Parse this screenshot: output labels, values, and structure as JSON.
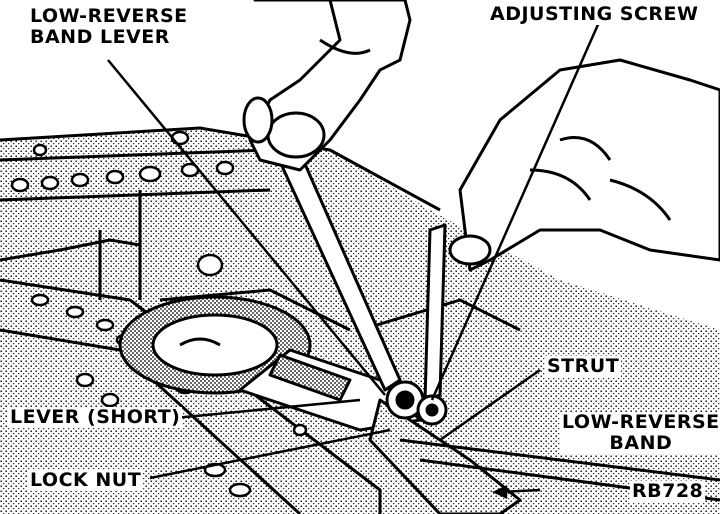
{
  "labels": {
    "low_reverse_band_lever": [
      "LOW-REVERSE",
      "BAND LEVER"
    ],
    "adjusting_screw": "ADJUSTING SCREW",
    "strut": "STRUT",
    "lever_short": "LEVER (SHORT)",
    "lock_nut": "LOCK NUT",
    "low_reverse_band": [
      "LOW-REVERSE",
      "BAND"
    ],
    "figure_code": "RB728"
  },
  "colors": {
    "ink": "#000000",
    "paper": "#ffffff",
    "stipple": "#9a9a9a"
  }
}
